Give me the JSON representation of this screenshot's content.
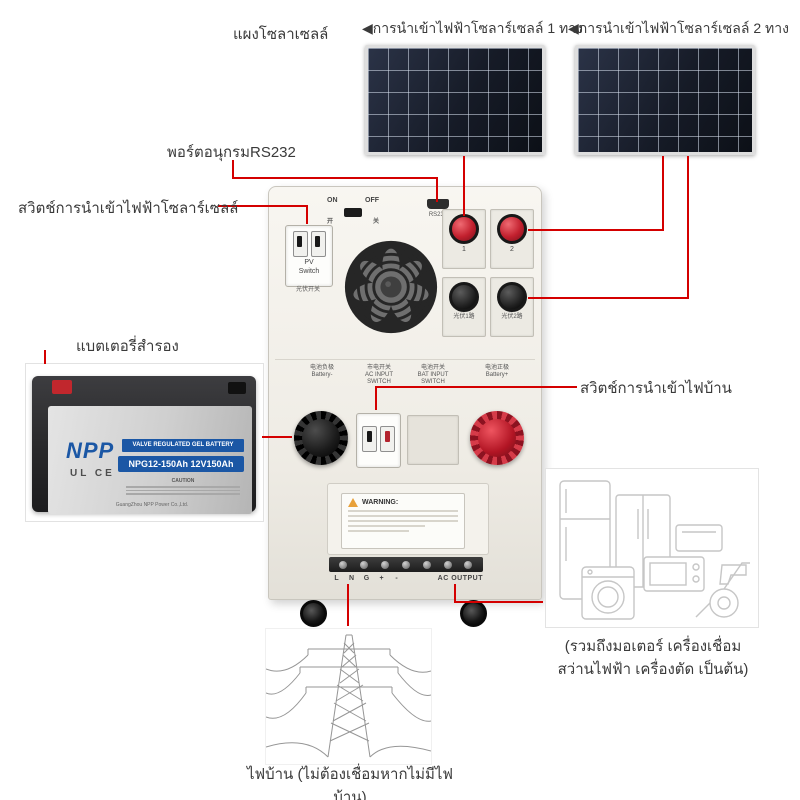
{
  "annotations": {
    "solar_panel": "แผงโซลาเซลล์",
    "solar_input_1": "◀การนำเข้าไฟฟ้าโซลาร์เซลล์ 1 ทาง",
    "solar_input_2": "◀การนำเข้าไฟฟ้าโซลาร์เซลล์ 2 ทาง",
    "rs232_port": "พอร์ตอนุกรมRS232",
    "solar_input_switch": "สวิตช์การนำเข้าไฟฟ้าโซลาร์เซลล์",
    "backup_battery": "แบตเตอรี่สำรอง",
    "home_input_switch": "สวิตช์การนำเข้าไฟบ้าน",
    "appliance_note": "(รวมถึงมอเตอร์ เครื่องเชื่อม สว่านไฟฟ้า เครื่องตัด เป็นต้น)",
    "home_power_note": "ไฟบ้าน (ไม่ต้องเชื่อมหากไม่มีไฟบ้าน)"
  },
  "inverter": {
    "power_on": "ON",
    "power_off": "OFF",
    "power_on_cn": "开",
    "power_off_cn": "关",
    "rs232": "RS232",
    "pv_switch_line1": "PV",
    "pv_switch_line2": "Switch",
    "pv_switch_cn": "光伏开关",
    "pv_knob_1": "1",
    "pv_knob_2": "2",
    "pv_route_1_cn": "光伏1路",
    "pv_route_2_cn": "光伏2路",
    "battery_neg_cn": "电池负极",
    "battery_neg": "Battery-",
    "ac_switch_cn": "市电开关",
    "ac_switch_l1": "AC INPUT",
    "ac_switch_l2": "SWITCH",
    "bat_switch_cn": "电池开关",
    "bat_switch_l1": "BAT INPUT",
    "bat_switch_l2": "SWITCH",
    "battery_pos_cn": "电池正极",
    "battery_pos": "Battery+",
    "warning_title": "WARNING:",
    "terminals": [
      "L",
      "N",
      "G",
      "+",
      "-"
    ],
    "ac_output": "AC OUTPUT"
  },
  "battery": {
    "brand": "NPP",
    "banner": "VALVE REGULATED GEL BATTERY",
    "model": "NPG12-150Ah 12V150Ah",
    "marks": "UL CE",
    "caution": "CAUTION",
    "company": "GuangZhou NPP Power Co.,Ltd."
  },
  "colors": {
    "connector_line": "#d40000",
    "brand_blue": "#1b57a5",
    "knob_red": "#c2202e"
  }
}
